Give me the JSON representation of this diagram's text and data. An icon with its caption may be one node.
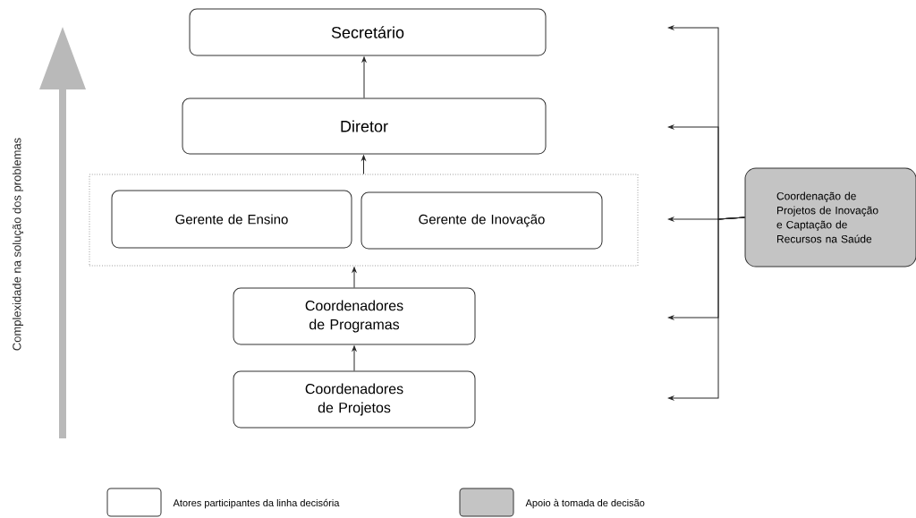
{
  "diagram": {
    "nodes": [
      {
        "text": [
          "Secretário"
        ]
      },
      {
        "text": [
          "Diretor"
        ]
      },
      {
        "text": [],
        "shape": "box"
      },
      {
        "text": [
          "Gerente de Ensino"
        ],
        "in": 2
      },
      {
        "text": [
          "Gerente de Inovação"
        ],
        "in": 2
      },
      {
        "text": [
          "Coordenadores de Programas"
        ]
      },
      {
        "text": [
          "Coordenadores de Projetos"
        ]
      },
      {
        "text": [
          "Coordenação de Projetos de Inovação e Captação de Recursos na Saúde"
        ]
      }
    ],
    "edges": [
      {
        "from": 1,
        "to": 0,
        "arrow": "to"
      },
      {
        "from": 2,
        "to": 1,
        "arrow": "to"
      },
      {
        "from": 5,
        "to": 2,
        "arrow": "to"
      },
      {
        "from": 6,
        "to": 5,
        "arrow": "to"
      },
      {
        "from": 7,
        "to": null,
        "arrow": "to"
      },
      {
        "from": 7,
        "to": null,
        "arrow": "to"
      },
      {
        "from": 7,
        "to": null,
        "arrow": "to"
      },
      {
        "from": 7,
        "to": null,
        "arrow": "to"
      },
      {
        "from": 7,
        "to": null,
        "arrow": "to"
      }
    ],
    "labels": [
      "Complexidade na solução dos problemas"
    ],
    "legend": [
      {
        "text": "Atores participantes da linha decisória"
      },
      {
        "text": "Apoio à tomada de decisão",
        "color": "#c4c4c4"
      }
    ]
  }
}
